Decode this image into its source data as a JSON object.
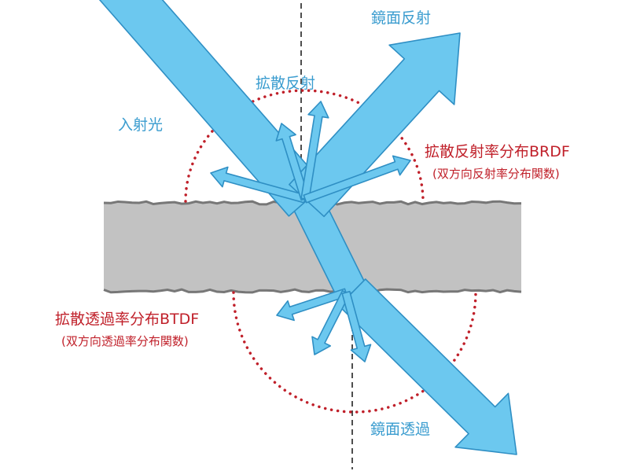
{
  "labels": {
    "incident": "入射光",
    "specular_reflection": "鏡面反射",
    "diffuse_reflection": "拡散反射",
    "brdf": "拡散反射率分布BRDF",
    "brdf_sub": "(双方向反射率分布関数)",
    "btdf": "拡散透過率分布BTDF",
    "btdf_sub": "(双方向透過率分布関数)",
    "specular_transmission": "鏡面透過"
  },
  "colors": {
    "beam_fill": "#6cc8ef",
    "beam_stroke": "#2f8fc4",
    "label_blue": "#3a9ccf",
    "label_red": "#c0202a",
    "material_fill": "#c2c2c2",
    "material_edge": "#777777",
    "dotted_boundary": "#c0202a",
    "normal_line": "#222222"
  }
}
